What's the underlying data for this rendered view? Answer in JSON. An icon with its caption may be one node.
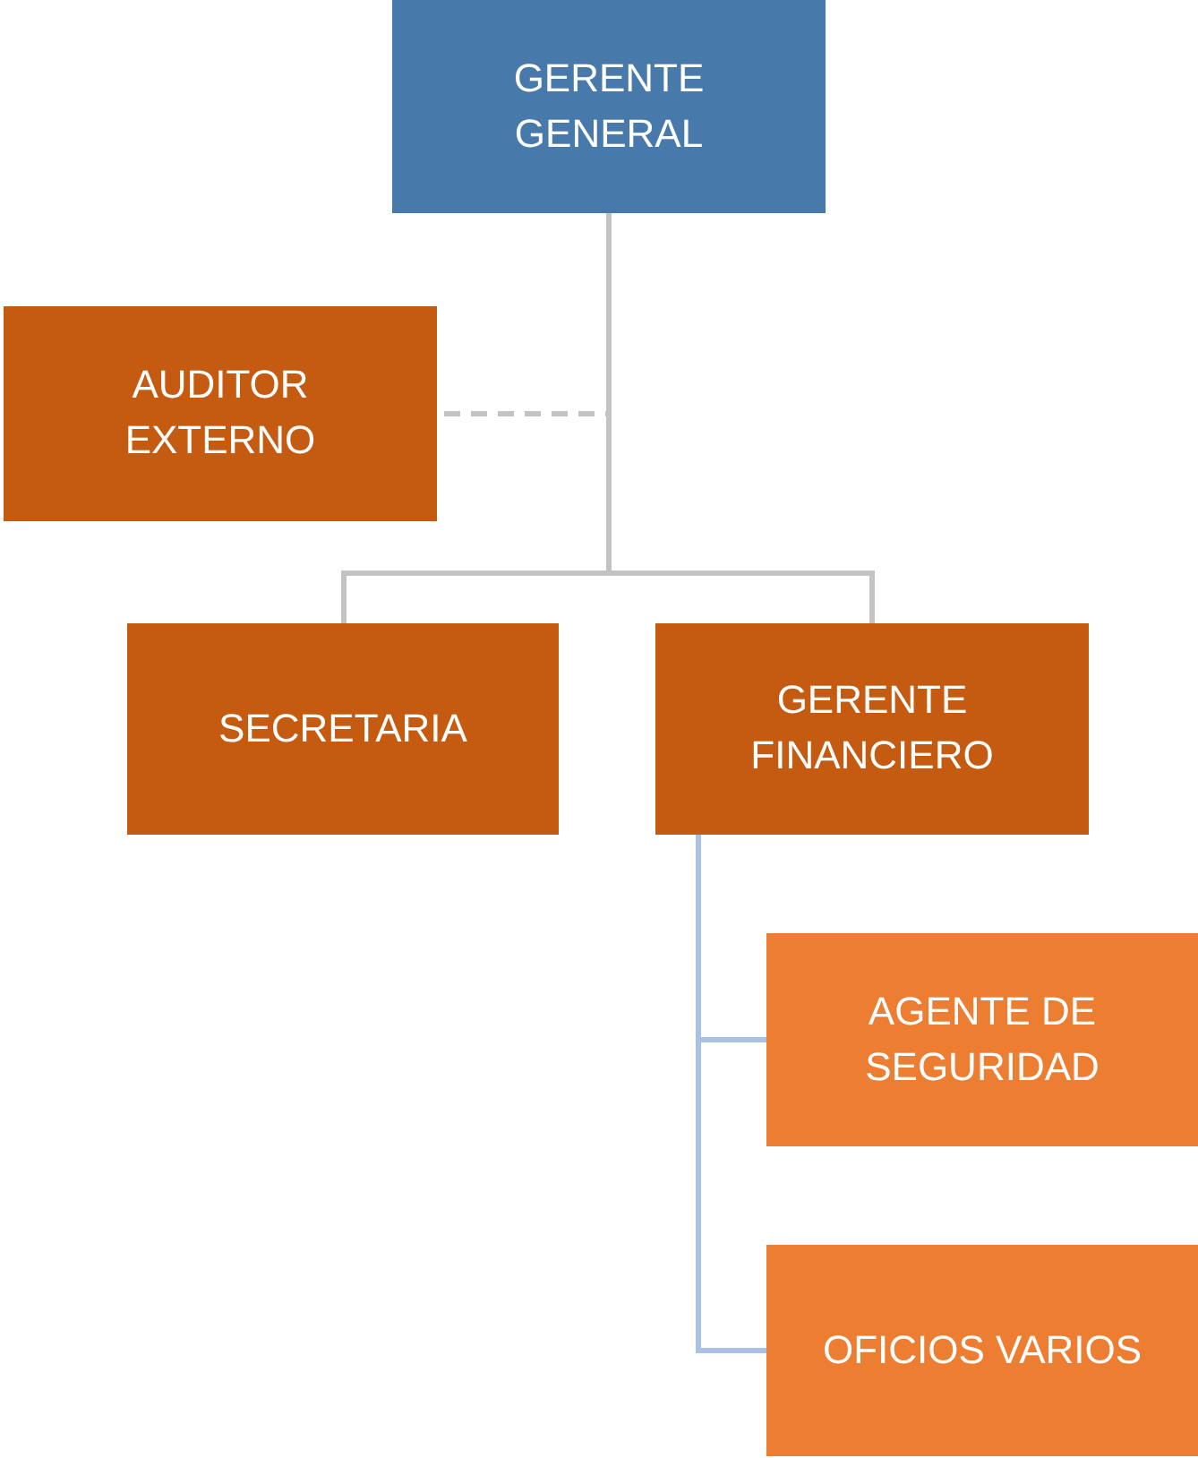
{
  "diagram": {
    "nodes": [
      {
        "text": [
          "GERENTE GENERAL"
        ]
      },
      {
        "text": [
          "AUDITOR EXTERNO"
        ]
      },
      {
        "text": [
          "SECRETARIA"
        ]
      },
      {
        "text": [
          "GERENTE FINANCIERO"
        ]
      },
      {
        "text": [
          "AGENTE DE SEGURIDAD"
        ]
      },
      {
        "text": [
          "OFICIOS VARIOS"
        ]
      }
    ],
    "edges": [
      {
        "from": 0,
        "to": 1,
        "arrow": "none",
        "style": "dashed"
      },
      {
        "from": 0,
        "to": 2,
        "arrow": "none"
      },
      {
        "from": 0,
        "to": 3,
        "arrow": "none"
      },
      {
        "from": 3,
        "to": 4,
        "arrow": "none",
        "color": "#a9c1e6"
      },
      {
        "from": 3,
        "to": 5,
        "arrow": "none",
        "color": "#a9c1e6"
      }
    ]
  }
}
